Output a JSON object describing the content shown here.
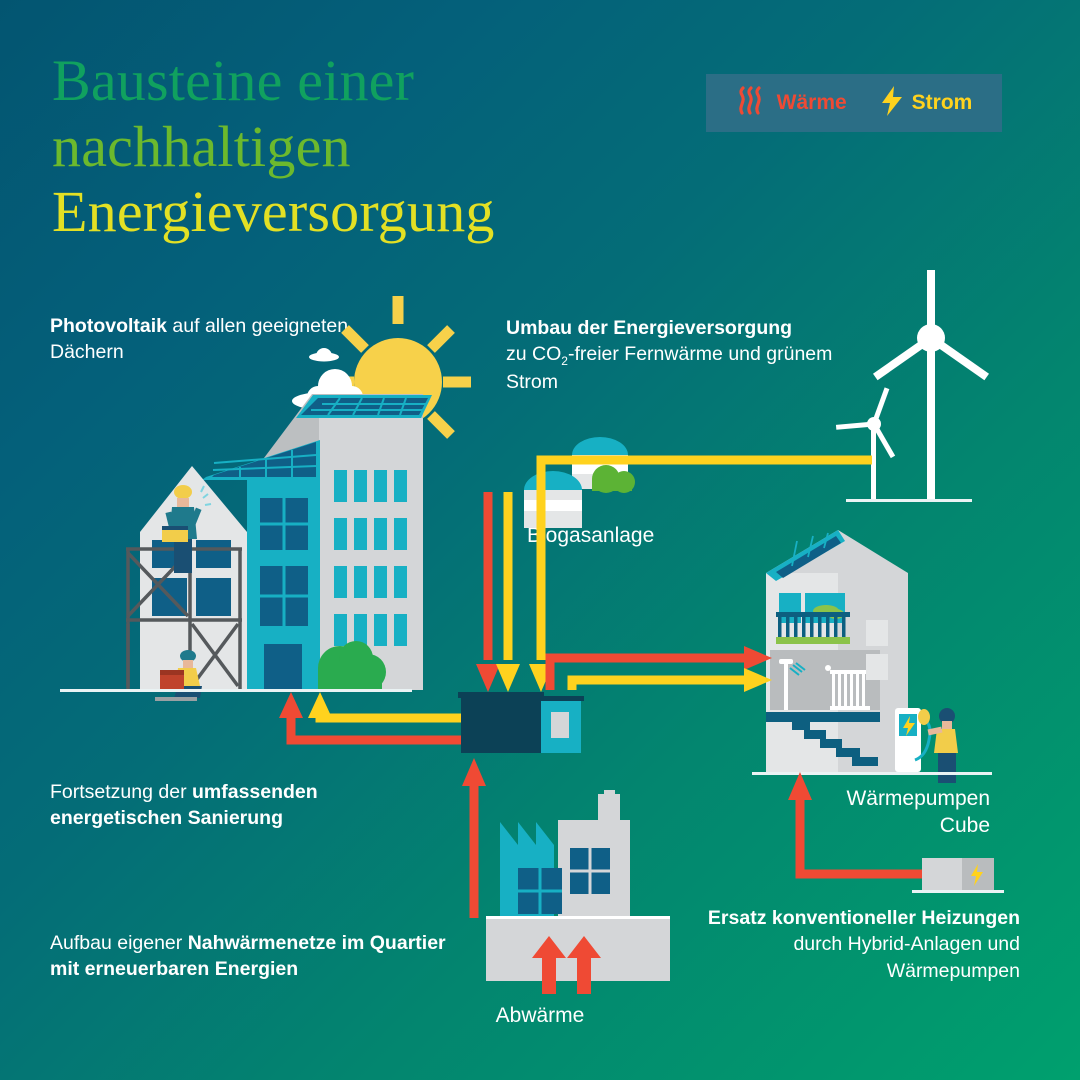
{
  "page": {
    "title_line1": "Bausteine einer",
    "title_line2": "nachhaltigen",
    "title_line3": "Energieversorgung",
    "bg_from": "#035571",
    "bg_to": "#00a06e"
  },
  "legend": {
    "heat": {
      "label": "Wärme",
      "color": "#ef4a34",
      "icon": "heat-waves-icon"
    },
    "power": {
      "label": "Strom",
      "color": "#ffd21e",
      "icon": "lightning-bolt-icon"
    },
    "box_color": "#2b6e86"
  },
  "annotations": {
    "photovoltaik": {
      "bold": "Photovoltaik",
      "rest": " auf allen geeigneten Dächern"
    },
    "umbau": {
      "bold": "Umbau der Energieversorgung",
      "rest_a": "zu CO",
      "sub": "2",
      "rest_b": "-freier Fernwärme und grünem Strom"
    },
    "sanierung": {
      "lead": "Fortsetzung der ",
      "bold": "umfassenden energetischen Sanierung"
    },
    "nahwaerme": {
      "lead": "Aufbau eigener ",
      "bold": "Nahwärmenetze im Quartier mit erneuerbaren Energien"
    },
    "ersatz": {
      "bold": "Ersatz konventioneller Heizungen",
      "rest": " durch Hybrid-Anlagen und Wärmepumpen"
    }
  },
  "labels": {
    "biogas": "Biogasanlage",
    "waermepumpen_cube": "Wärmepumpen\nCube",
    "waermepumpen_cube_l1": "Wärmepumpen",
    "waermepumpen_cube_l2": "Cube",
    "abwaerme": "Abwärme"
  },
  "icons": {
    "sun": "sun-icon",
    "cloud": "cloud-icon",
    "wind_turbine_large": "wind-turbine-icon",
    "wind_turbine_small": "wind-turbine-small-icon",
    "solar_panel": "solar-panel-icon",
    "worker_scaffold": "worker-on-scaffold-icon",
    "worker_crouching": "worker-crouching-icon",
    "worker_charging": "worker-at-charger-icon",
    "ev_charger": "ev-charging-station-icon",
    "shower": "shower-icon",
    "radiator": "radiator-icon",
    "heat_pump_cube": "heat-pump-cube-icon",
    "factory": "factory-icon",
    "biogas_plant": "biogas-plant-icon",
    "energy_hub": "energy-hub-icon",
    "bush": "bush-icon"
  },
  "colors": {
    "heat_pipe": "#ef4a34",
    "power_pipe": "#ffd21e",
    "teal_light": "#17b0c4",
    "teal_mid": "#0f93ad",
    "teal_dark": "#0b5d79",
    "hub_dark": "#0c4156",
    "concrete": "#d4d6d8",
    "concrete_light": "#e4e6e7",
    "green_bush": "#2aab4f",
    "sun_yellow": "#f7d14a",
    "white": "#ffffff"
  }
}
